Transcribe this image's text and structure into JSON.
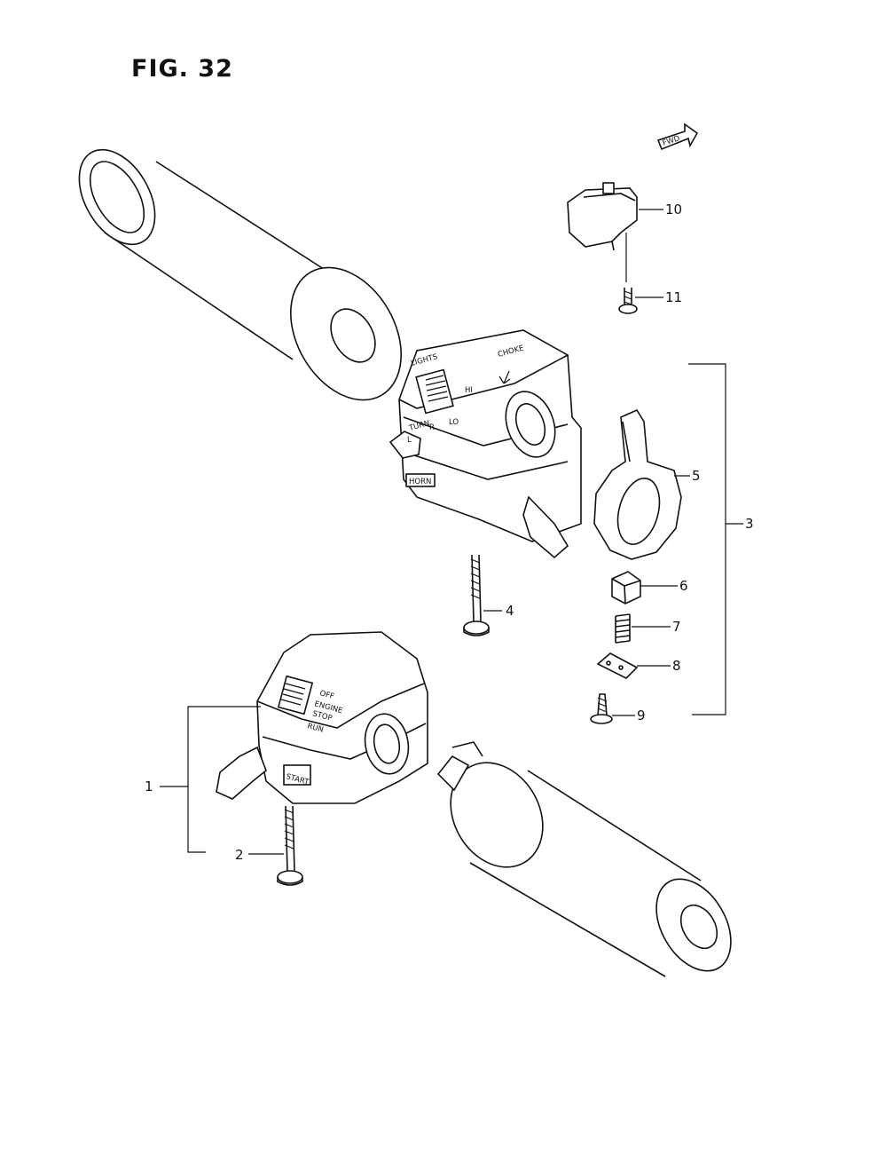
{
  "figure": {
    "title": "FIG. 32"
  },
  "direction_marker": {
    "text": "FWD",
    "icon": "forward-arrow-icon"
  },
  "switch_labels": {
    "lights": "LIGHTS",
    "choke": "CHOKE",
    "hi": "HI",
    "lo": "LO",
    "turn": "TURN",
    "turn_l": "L",
    "turn_r": "R",
    "horn": "HORN",
    "off": "OFF",
    "engine": "ENGINE",
    "stop": "STOP",
    "run": "RUN",
    "start": "START"
  },
  "callouts": [
    "1",
    "2",
    "3",
    "4",
    "5",
    "6",
    "7",
    "8",
    "9",
    "10",
    "11"
  ]
}
